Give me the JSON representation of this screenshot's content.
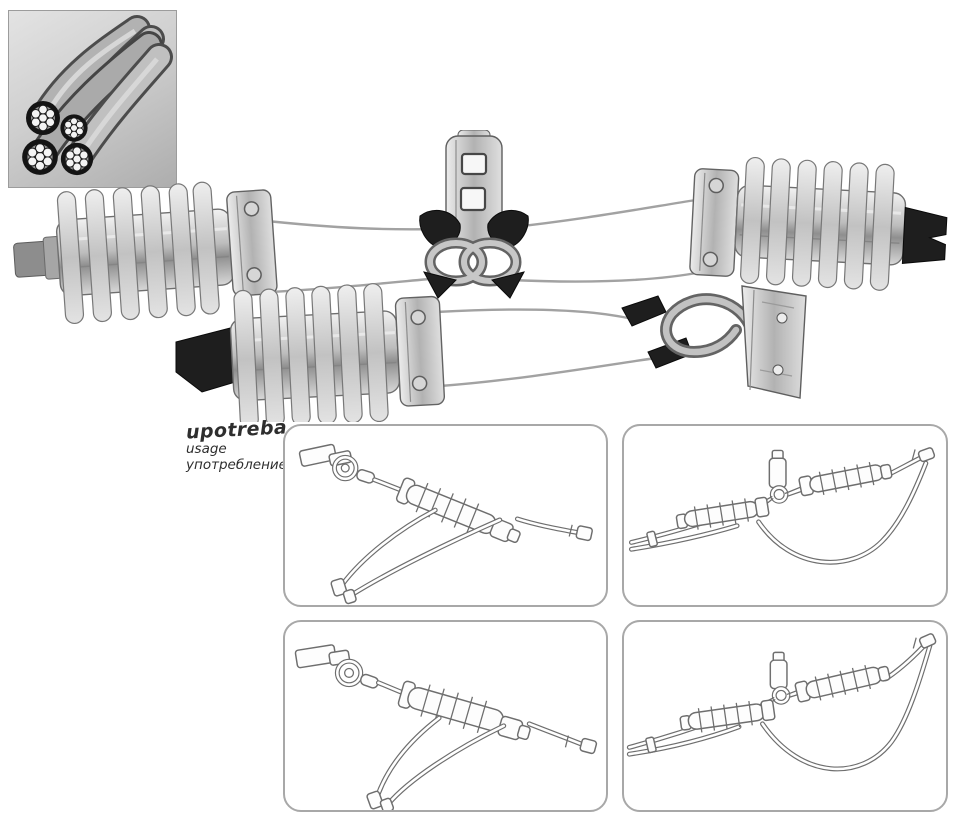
{
  "usage_label": {
    "handwritten": "upotreba",
    "arrow": "►",
    "translations": [
      "usage",
      "употребление"
    ]
  },
  "colors": {
    "page_bg": "#ffffff",
    "text": "#2e2e2e",
    "arrow": "#999999",
    "panel_border": "#a8a8a8",
    "thumb_border": "#9c9c9c",
    "line": "#6e6e6e",
    "wire": "#a2a2a2",
    "plastic": "#1e1e1e"
  },
  "panels": [
    {
      "id": "usage-panel-1"
    },
    {
      "id": "usage-panel-2"
    },
    {
      "id": "usage-panel-3"
    },
    {
      "id": "usage-panel-4"
    }
  ]
}
